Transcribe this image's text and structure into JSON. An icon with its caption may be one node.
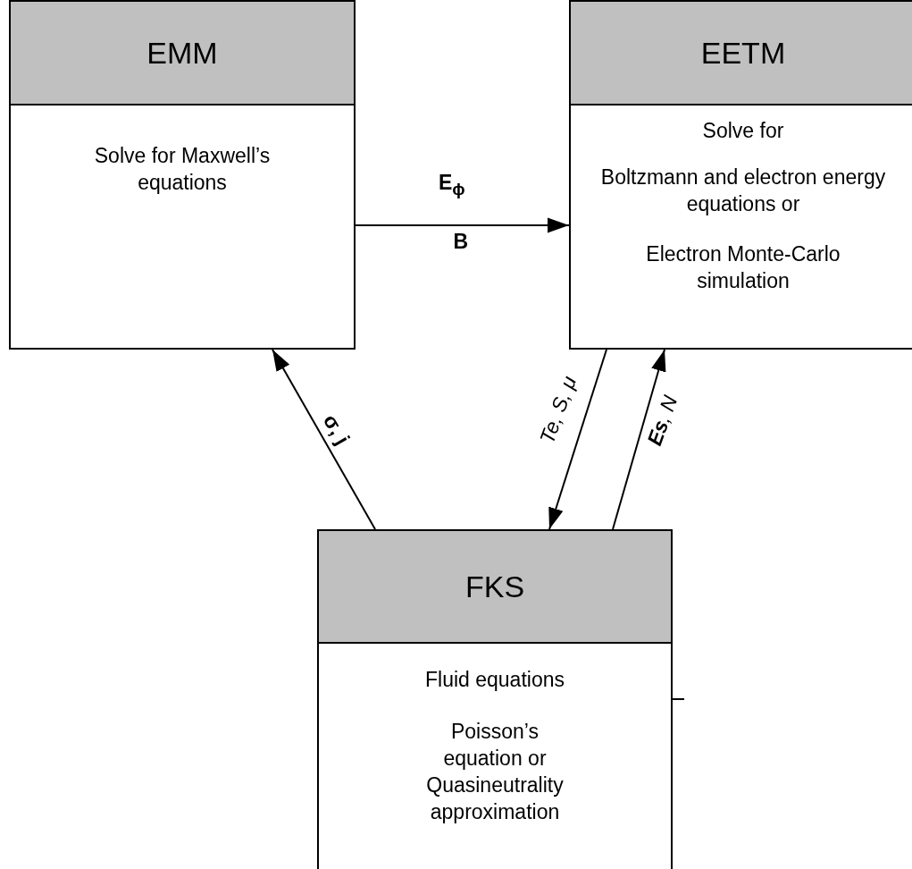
{
  "diagram": {
    "nodes": [
      {
        "text": [
          "EMM",
          "Solve for Maxwell’s equations"
        ]
      },
      {
        "text": [
          "EETM",
          "Solve for",
          "Boltzmann and electron energy equations or",
          "Electron Monte-Carlo simulation"
        ]
      },
      {
        "text": [
          "FKS",
          "Fluid equations",
          "Poisson’s equation or Quasineutrality approximation"
        ]
      }
    ],
    "edges": [
      {
        "from": 0,
        "to": 1,
        "arrow": "to",
        "label": "E$_{ϕ}$"
      },
      {
        "from": 2,
        "to": 0,
        "arrow": "to",
        "label": "σ, **j**"
      },
      {
        "from": 1,
        "to": 2,
        "arrow": "to",
        "label": "Te, S, μ"
      },
      {
        "from": 2,
        "to": 1,
        "arrow": "to",
        "label": "**Es**, N"
      }
    ],
    "labels": [
      "B"
    ]
  }
}
